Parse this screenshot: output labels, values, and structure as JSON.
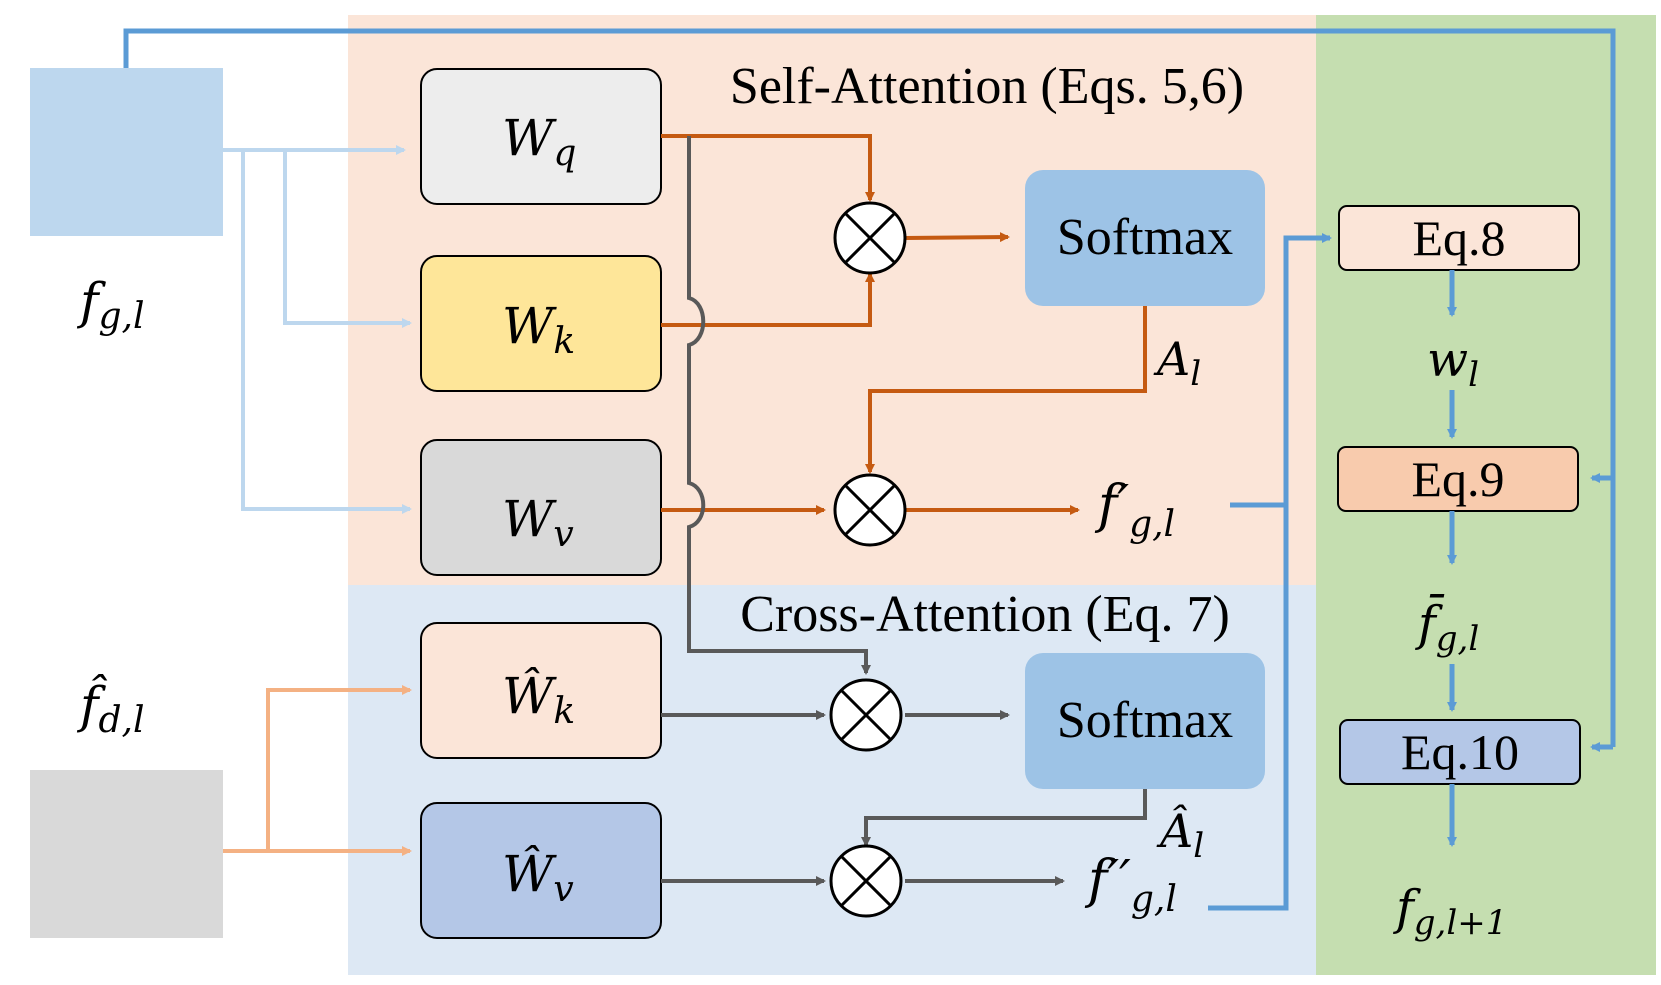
{
  "section_titles": {
    "self_attention": "Self-Attention (Eqs. 5,6)",
    "cross_attention": "Cross-Attention (Eq. 7)"
  },
  "inputs": {
    "f_gl": {
      "base": "f",
      "sub": "g,l"
    },
    "fhat_dl": {
      "base": "f̂",
      "sub": "d,l"
    }
  },
  "weights": {
    "wq": {
      "base": "W",
      "sub": "q"
    },
    "wk": {
      "base": "W",
      "sub": "k"
    },
    "wv": {
      "base": "W",
      "sub": "v"
    },
    "wk_hat": {
      "base": "Ŵ",
      "sub": "k"
    },
    "wv_hat": {
      "base": "Ŵ",
      "sub": "v"
    }
  },
  "softmax_label": "Softmax",
  "attention_labels": {
    "a_l": {
      "base": "A",
      "sub": "l"
    },
    "a_hat_l": {
      "base": "Â",
      "sub": "l"
    }
  },
  "features": {
    "f_prime": {
      "base": "f′",
      "sub": "g,l"
    },
    "f_double_prime": {
      "base": "f′′",
      "sub": "g,l"
    }
  },
  "equations": {
    "eq8": "Eq.8",
    "eq9": "Eq.9",
    "eq10": "Eq.10"
  },
  "fusion_vars": {
    "w_l": {
      "base": "w",
      "sub": "l"
    },
    "fbar_gl": {
      "base": "f̄",
      "sub": "g,l"
    },
    "f_next": {
      "base": "f",
      "sub": "g,l+1"
    }
  },
  "colors": {
    "self_bg": "#fbe5d8",
    "cross_bg": "#dde8f4",
    "fusion_bg": "#c5deb0",
    "input_f": "#bdd7ee",
    "input_fhat": "#d9d9d9",
    "orange_arrow": "#c55a11",
    "dark_arrow": "#595959",
    "light_blue_arrow": "#bdd7ee",
    "light_orange_arrow": "#f4b183",
    "blue_arrow": "#5b9bd5",
    "softmax_fill": "#9dc3e6"
  }
}
